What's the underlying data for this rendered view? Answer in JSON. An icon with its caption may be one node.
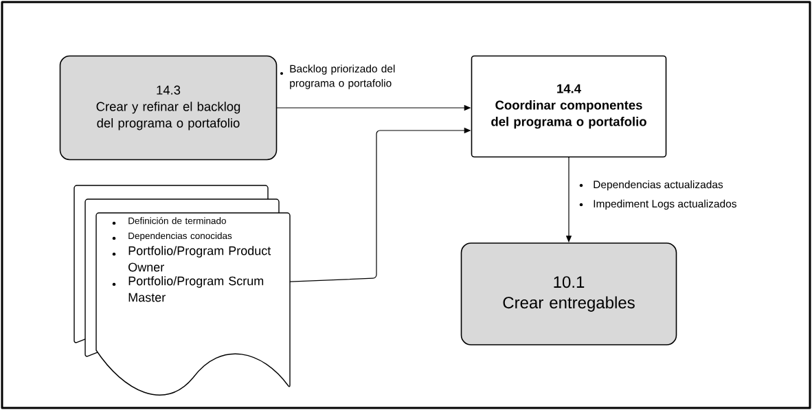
{
  "diagram": {
    "nodes": [
      {
        "text": [
          "14.3",
          "Crear y refinar el backlog del programa o portafolio"
        ]
      },
      {
        "text": [
          "14.4",
          "Coordinar componentes del programa o portafolio"
        ]
      },
      {
        "text": [
          "Definición de terminado",
          "Dependencias conocidas",
          "Portfolio/Program Product Owner",
          "Portfolio/Program Scrum Master"
        ]
      },
      {
        "text": [
          "10.1",
          "Crear entregables"
        ]
      }
    ],
    "edges": [
      {
        "from": 0,
        "to": 1,
        "arrow": "to",
        "label": "Backlog priorizado del programa o portafolio"
      },
      {
        "from": 2,
        "to": 1,
        "arrow": "to"
      },
      {
        "from": 1,
        "to": 3,
        "arrow": "to",
        "label": "Dependencias actualizadas"
      }
    ],
    "labels": [
      "Impediment Logs actualizados"
    ]
  }
}
